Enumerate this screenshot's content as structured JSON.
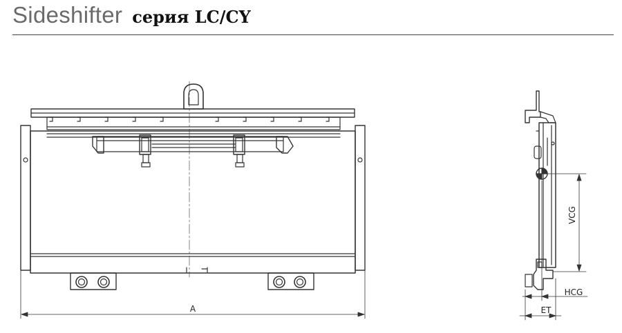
{
  "header": {
    "title_light": "Sideshifter",
    "title_bold": "серия LC/CY"
  },
  "dimensions": {
    "width_label": "A",
    "vcg_label": "VCG",
    "hcg_label": "HCG",
    "et_label": "ET"
  }
}
